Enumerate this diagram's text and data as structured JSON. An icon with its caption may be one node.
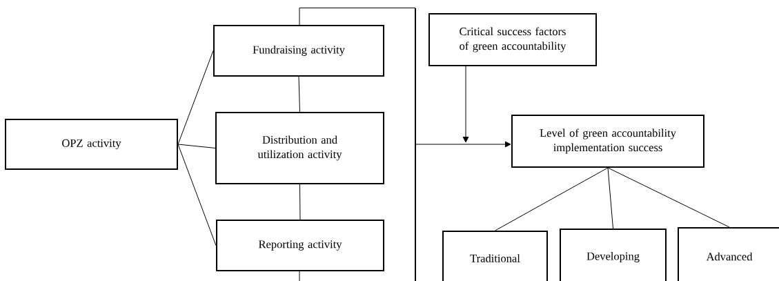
{
  "diagram": {
    "nodes": [
      {
        "text": [
          "OPZ activity"
        ]
      },
      {
        "text": [
          "Fundraising activity"
        ]
      },
      {
        "text": [
          "Distribution and utilization activity"
        ]
      },
      {
        "text": [
          "Reporting activity"
        ]
      },
      {
        "text": [],
        "shape": "bar"
      },
      {
        "text": [
          "Critical success factors of green accountability"
        ]
      },
      {
        "text": [
          "Level of green accountability implementation success"
        ]
      },
      {
        "text": [
          "Traditional"
        ]
      },
      {
        "text": [
          "Developing"
        ]
      },
      {
        "text": [
          "Advanced"
        ]
      }
    ],
    "edges": [
      {
        "from": 0,
        "to": 1,
        "arrow": "none"
      },
      {
        "from": 0,
        "to": 2,
        "arrow": "none"
      },
      {
        "from": 0,
        "to": 3,
        "arrow": "none"
      },
      {
        "from": 1,
        "to": 2,
        "arrow": "none"
      },
      {
        "from": 2,
        "to": 3,
        "arrow": "none"
      },
      {
        "from": 1,
        "to": 4,
        "arrow": "none"
      },
      {
        "from": 3,
        "to": 4,
        "arrow": "none"
      },
      {
        "from": 4,
        "to": 6,
        "arrow": "to"
      },
      {
        "from": 5,
        "to": null,
        "arrow": "to"
      },
      {
        "from": 6,
        "to": 7,
        "arrow": "none"
      },
      {
        "from": 6,
        "to": 8,
        "arrow": "none"
      },
      {
        "from": 6,
        "to": 9,
        "arrow": "none"
      }
    ]
  }
}
